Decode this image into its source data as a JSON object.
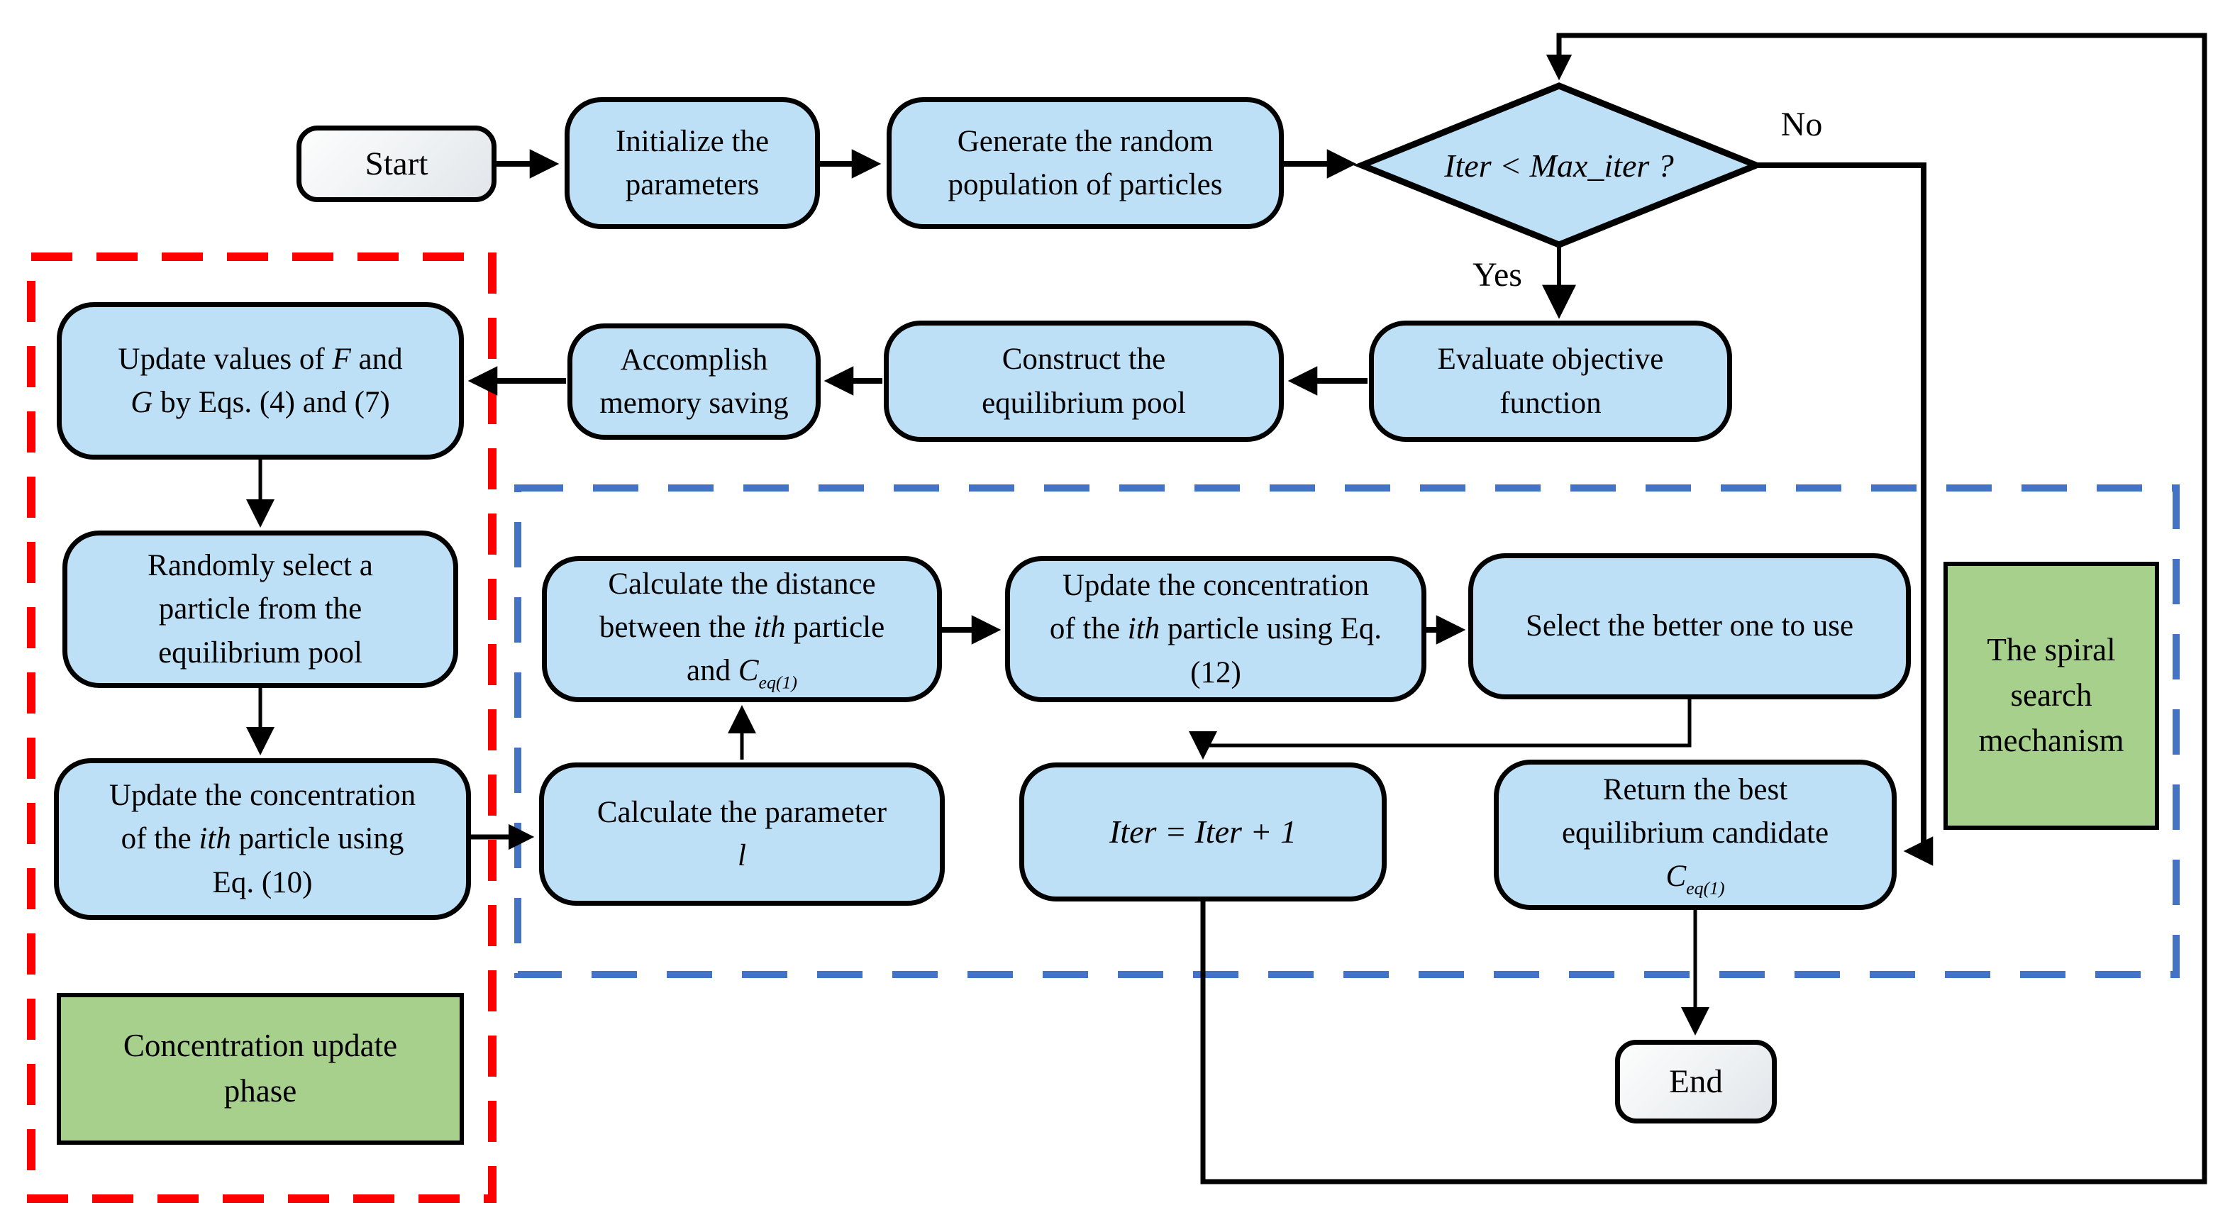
{
  "figure": {
    "type": "flowchart",
    "colors": {
      "process_fill": "#BDE0F7",
      "process_border": "#000000",
      "terminal_fill": "#EDEFF2",
      "green_fill": "#A8D08D",
      "red_dashed_border": "#FF0000",
      "blue_dashed_border": "#4472C4",
      "arrow": "#000000"
    }
  },
  "nodes": {
    "start": {
      "segments": [
        {
          "t": "Start"
        }
      ]
    },
    "init": {
      "segments": [
        {
          "t": "Initialize the"
        },
        {
          "br": true
        },
        {
          "t": "parameters"
        }
      ]
    },
    "generate": {
      "segments": [
        {
          "t": "Generate the random"
        },
        {
          "br": true
        },
        {
          "t": "population of particles"
        }
      ]
    },
    "decision": {
      "segments": [
        {
          "t": "Iter < Max_iter ?",
          "italic": true
        }
      ]
    },
    "evaluate": {
      "segments": [
        {
          "t": "Evaluate objective"
        },
        {
          "br": true
        },
        {
          "t": "function"
        }
      ]
    },
    "construct": {
      "segments": [
        {
          "t": "Construct the"
        },
        {
          "br": true
        },
        {
          "t": "equilibrium pool"
        }
      ]
    },
    "accomplish": {
      "segments": [
        {
          "t": "Accomplish"
        },
        {
          "br": true
        },
        {
          "t": "memory saving"
        }
      ]
    },
    "update_fg": {
      "segments": [
        {
          "t": "Update values of "
        },
        {
          "t": "F",
          "italic": true
        },
        {
          "t": " and"
        },
        {
          "br": true
        },
        {
          "t": "G",
          "italic": true
        },
        {
          "t": " by Eqs. (4) and (7)"
        }
      ]
    },
    "randomly": {
      "segments": [
        {
          "t": "Randomly select a"
        },
        {
          "br": true
        },
        {
          "t": "particle from the"
        },
        {
          "br": true
        },
        {
          "t": "equilibrium pool"
        }
      ]
    },
    "update_eq10": {
      "segments": [
        {
          "t": "Update the concentration"
        },
        {
          "br": true
        },
        {
          "t": "of the "
        },
        {
          "t": "ith",
          "italic": true
        },
        {
          "t": " particle using"
        },
        {
          "br": true
        },
        {
          "t": "Eq. (10)"
        }
      ]
    },
    "calc_distance": {
      "segments": [
        {
          "t": "Calculate the distance"
        },
        {
          "br": true
        },
        {
          "t": "between the "
        },
        {
          "t": "ith",
          "italic": true
        },
        {
          "t": " particle"
        },
        {
          "br": true
        },
        {
          "t": "and "
        },
        {
          "t": "C",
          "italic": true
        },
        {
          "t": "eq(1)",
          "italic": true,
          "sub": true
        }
      ]
    },
    "update_eq12": {
      "segments": [
        {
          "t": "Update the concentration"
        },
        {
          "br": true
        },
        {
          "t": "of the "
        },
        {
          "t": "ith",
          "italic": true
        },
        {
          "t": " particle using Eq."
        },
        {
          "br": true
        },
        {
          "t": "(12)"
        }
      ]
    },
    "select_better": {
      "segments": [
        {
          "t": "Select the better one to use"
        }
      ]
    },
    "calc_param_l": {
      "segments": [
        {
          "t": "Calculate the parameter"
        },
        {
          "br": true
        },
        {
          "t": "l",
          "italic": true
        }
      ]
    },
    "iter_inc": {
      "segments": [
        {
          "t": "Iter = Iter + 1",
          "italic": true
        }
      ]
    },
    "return_best": {
      "segments": [
        {
          "t": "Return the best"
        },
        {
          "br": true
        },
        {
          "t": "equilibrium candidate"
        },
        {
          "br": true
        },
        {
          "t": "C",
          "italic": true
        },
        {
          "t": "eq(1)",
          "italic": true,
          "sub": true
        }
      ]
    },
    "end": {
      "segments": [
        {
          "t": "End"
        }
      ]
    },
    "spiral_label": {
      "segments": [
        {
          "t": "The spiral"
        },
        {
          "br": true
        },
        {
          "t": "search"
        },
        {
          "br": true
        },
        {
          "t": "mechanism"
        }
      ]
    },
    "conc_label": {
      "segments": [
        {
          "t": "Concentration update"
        },
        {
          "br": true
        },
        {
          "t": "phase"
        }
      ]
    }
  },
  "edge_labels": {
    "yes": "Yes",
    "no": "No"
  }
}
